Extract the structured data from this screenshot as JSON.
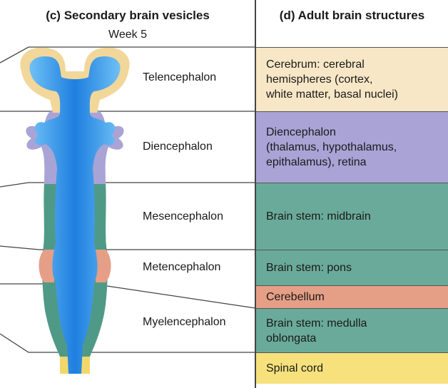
{
  "left_panel": {
    "title": "(c) Secondary brain vesicles",
    "subtitle": "Week 5",
    "vesicles": [
      {
        "label": "Telencephalon"
      },
      {
        "label": "Diencephalon"
      },
      {
        "label": "Mesencephalon"
      },
      {
        "label": "Metencephalon"
      },
      {
        "label": "Myelencephalon"
      }
    ]
  },
  "right_panel": {
    "title": "(d) Adult brain structures",
    "structures": [
      {
        "text": "Cerebrum: cerebral\nhemispheres (cortex,\nwhite matter, basal nuclei)",
        "color": "#f7e7c6"
      },
      {
        "text": "Diencephalon\n(thalamus, hypothalamus,\nepithalamus), retina",
        "color": "#a9a3d6"
      },
      {
        "text": "Brain stem: midbrain",
        "color": "#6aaa9a"
      },
      {
        "text": "Brain stem: pons",
        "color": "#6aaa9a"
      },
      {
        "text": "Cerebellum",
        "color": "#e59f86"
      },
      {
        "text": "Brain stem: medulla\noblongata",
        "color": "#6aaa9a"
      },
      {
        "text": "Spinal cord",
        "color": "#f6e17c"
      }
    ]
  },
  "colors": {
    "ventricle_blue": "#2f8fe6",
    "telencephalon_wall": "#f2d79a",
    "diencephalon_wall": "#a9a3d6",
    "brainstem_wall": "#4f9a86",
    "metencephalon_wall": "#e59f86",
    "spinal_wall": "#f2d86a"
  }
}
